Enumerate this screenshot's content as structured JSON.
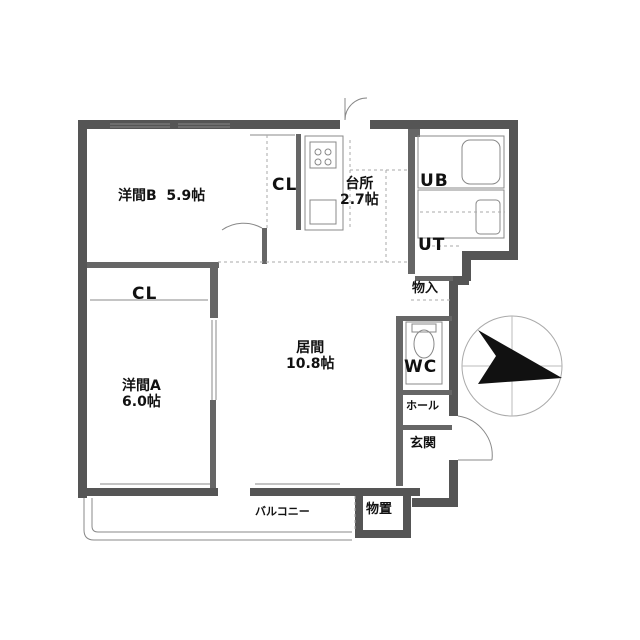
{
  "rooms": {
    "bedroom_b": {
      "name": "洋間B",
      "area": "5.9帖"
    },
    "closet_b": {
      "name": "CL"
    },
    "kitchen": {
      "name": "台所",
      "area": "2.7帖"
    },
    "bath": {
      "name": "UB"
    },
    "utility": {
      "name": "UT"
    },
    "storage": {
      "name": "物入"
    },
    "closet_a": {
      "name": "CL"
    },
    "living": {
      "name": "居間",
      "area": "10.8帖"
    },
    "bedroom_a": {
      "name": "洋間A",
      "area": "6.0帖"
    },
    "toilet": {
      "name": "WC"
    },
    "hall": {
      "name": "ホール"
    },
    "entrance": {
      "name": "玄関"
    },
    "balcony": {
      "name": "バルコニー"
    },
    "outdoor_storage": {
      "name": "物置"
    }
  },
  "colors": {
    "wall": "#555555",
    "line": "#888888",
    "dashed": "#aaaaaa",
    "compass": "#111111"
  },
  "compass": {
    "icon": "north-arrow-icon"
  }
}
